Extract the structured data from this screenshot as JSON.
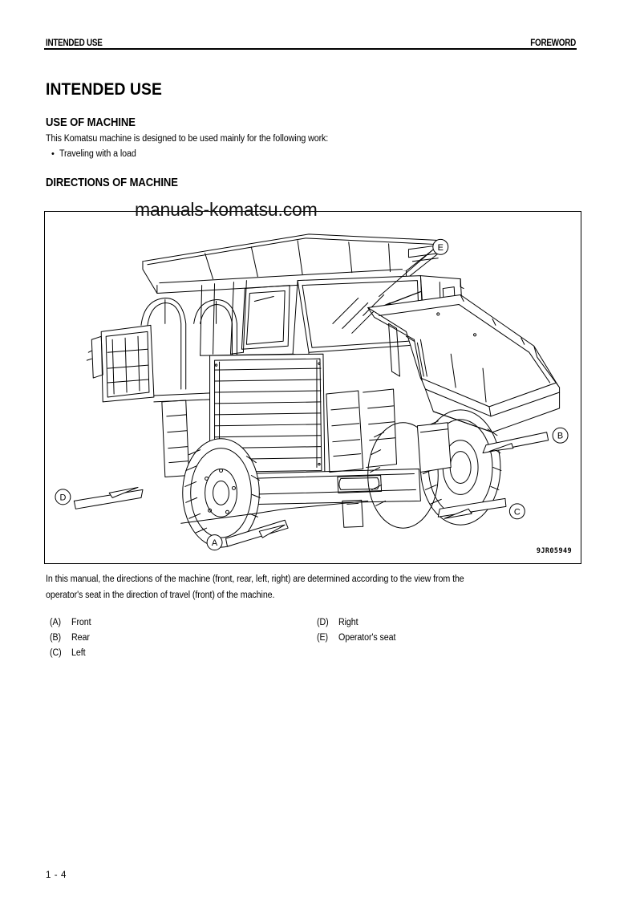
{
  "header": {
    "left_title": "INTENDED USE",
    "right_title": "FOREWORD"
  },
  "page_title": "INTENDED USE",
  "sections": {
    "use_of_machine": {
      "heading": "USE OF MACHINE",
      "intro": "This Komatsu machine is designed to be used mainly for the following work:",
      "bullet_dot": "•",
      "bullets": [
        "Traveling with a load"
      ]
    },
    "directions_of_machine": {
      "heading": "DIRECTIONS OF MACHINE",
      "figure": {
        "code": "9JR05949",
        "subject": "rigid-frame dump truck line drawing",
        "callouts": [
          {
            "key": "A",
            "label": "Front"
          },
          {
            "key": "B",
            "label": "Rear"
          },
          {
            "key": "C",
            "label": "Left"
          },
          {
            "key": "D",
            "label": "Right"
          },
          {
            "key": "E",
            "label": "Operator's seat"
          }
        ]
      },
      "caption_lines": [
        "In this manual, the directions of the machine (front, rear, left, right) are determined according to the view from the",
        "operator's seat in the direction of travel (front) of the machine."
      ],
      "legend_left": [
        {
          "key": "(A)",
          "label": "Front"
        },
        {
          "key": "(B)",
          "label": "Rear"
        },
        {
          "key": "(C)",
          "label": "Left"
        }
      ],
      "legend_right": [
        {
          "key": "(D)",
          "label": "Right"
        },
        {
          "key": "(E)",
          "label": "Operator's seat"
        }
      ]
    }
  },
  "watermark": "manuals-komatsu.com",
  "footer": {
    "page_number": "1 - 4"
  },
  "colors": {
    "ink": "#000000",
    "paper": "#ffffff"
  }
}
